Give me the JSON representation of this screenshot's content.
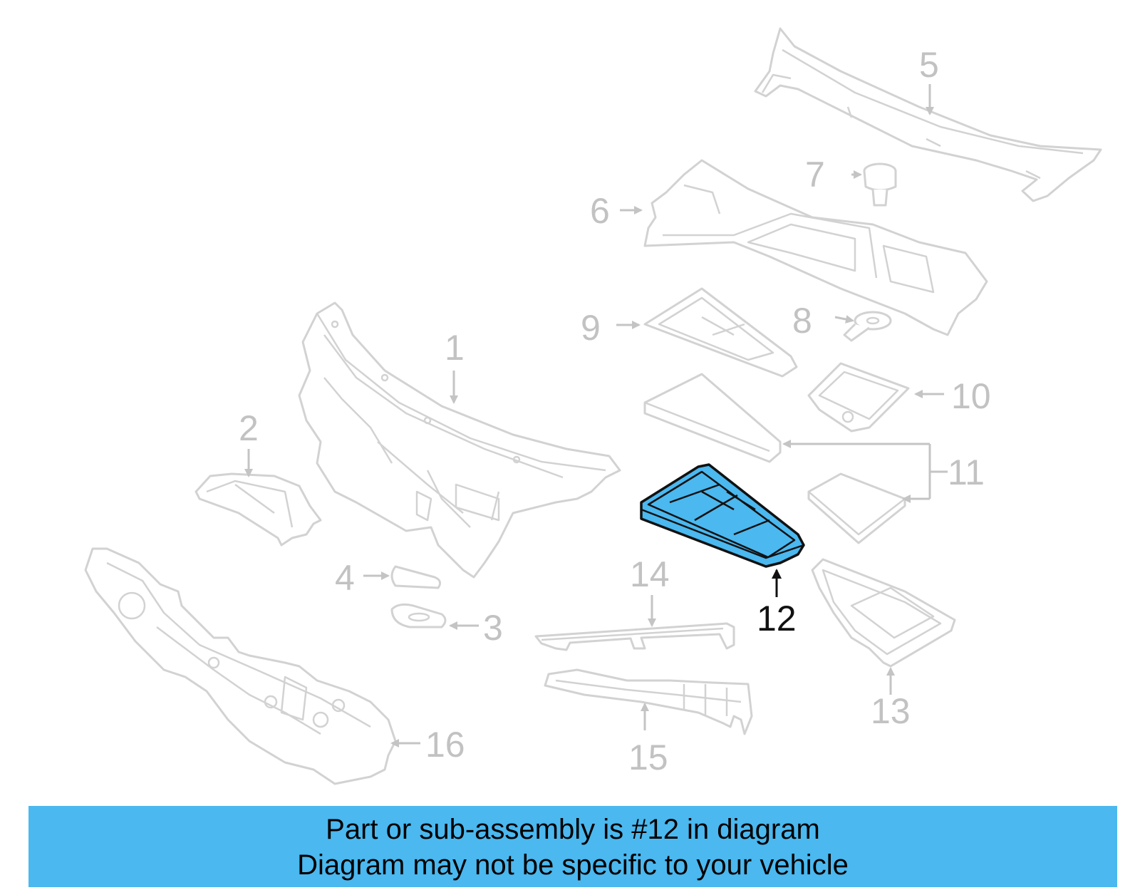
{
  "diagram": {
    "highlighted_part": "12",
    "highlight_color": "#4bb8ef",
    "line_color": "#d2d2d2",
    "label_color": "#c2c2c2",
    "callouts": [
      "1",
      "2",
      "3",
      "4",
      "5",
      "6",
      "7",
      "8",
      "9",
      "10",
      "11",
      "12",
      "13",
      "14",
      "15",
      "16"
    ]
  },
  "banner": {
    "line1": "Part or sub-assembly is #12 in diagram",
    "line2": "Diagram may not be specific to your vehicle",
    "background": "#4bb8ef"
  }
}
